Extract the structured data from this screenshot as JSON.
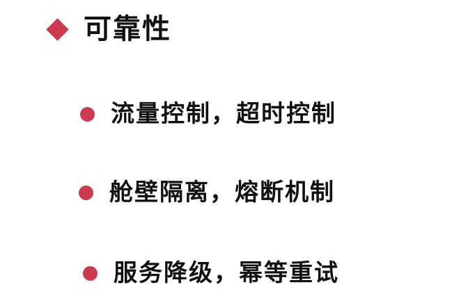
{
  "slide": {
    "title": {
      "icon": "diamond-bullet-icon",
      "text": "可靠性"
    },
    "bullets": [
      {
        "icon": "circle-bullet-icon",
        "text": "流量控制，超时控制"
      },
      {
        "icon": "circle-bullet-icon",
        "text": "舱壁隔离，熔断机制"
      },
      {
        "icon": "circle-bullet-icon",
        "text": "服务降级，幂等重试"
      }
    ]
  },
  "colors": {
    "accent": "#cc3a4e",
    "text": "#111111",
    "background": "#ffffff"
  }
}
